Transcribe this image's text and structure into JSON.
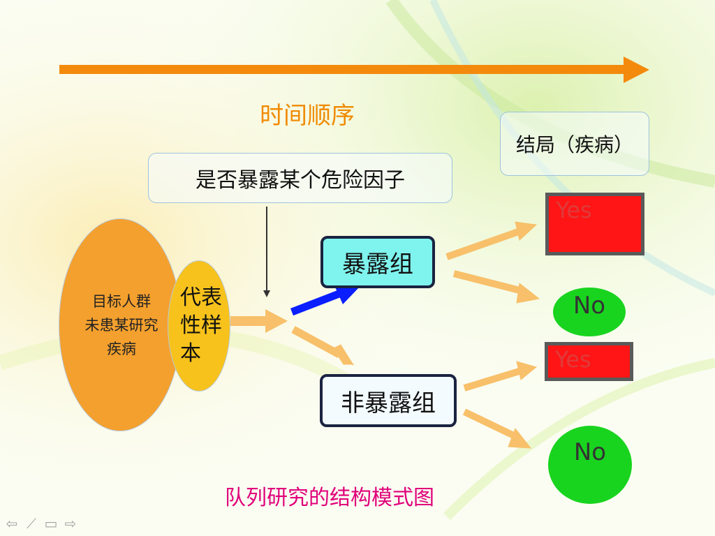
{
  "timeline": {
    "label": "时间顺序"
  },
  "factor_box": {
    "text": "是否暴露某个危险因子"
  },
  "outcome_box": {
    "text": "结局（疾病）"
  },
  "population": {
    "lines": [
      "目标人群",
      "未患某研究",
      "疾病"
    ]
  },
  "sample": {
    "lines": [
      "代表",
      "性样",
      "本"
    ]
  },
  "groups": {
    "exposed": "暴露组",
    "unexposed": "非暴露组"
  },
  "outcomes": {
    "yes_1": "Yes",
    "no_1": "No",
    "yes_2": "Yes",
    "no_2": "No"
  },
  "caption": "队列研究的结构模式图",
  "colors": {
    "timeline": "#f48a0c",
    "arrow": "#f8c06a",
    "exposure_arrow": "#0a1eff",
    "yes": "#ff1515",
    "no": "#19d41f",
    "caption": "#e0007a"
  },
  "nav_icons": [
    "arrow-left-icon",
    "pen-icon",
    "menu-icon",
    "arrow-right-icon"
  ]
}
